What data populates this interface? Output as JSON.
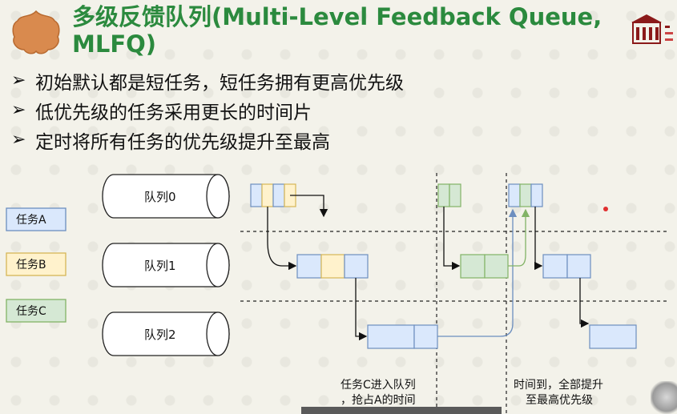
{
  "slide": {
    "title_line1": "多级反馈队列(Multi-Level Feedback Queue,",
    "title_line2": "MLFQ)",
    "bullets": [
      {
        "marker": "➢",
        "text": "初始默认都是短任务，短任务拥有更高优先级"
      },
      {
        "marker": "➢",
        "text": "低优先级的任务采用更长的时间片"
      },
      {
        "marker": "➢",
        "text": "定时将所有任务的优先级提升至最高"
      }
    ]
  },
  "diagram": {
    "queues": [
      "队列0",
      "队列1",
      "队列2"
    ],
    "legend": [
      {
        "label": "任务A",
        "fill": "#dae8fc",
        "stroke": "#6c8ebf"
      },
      {
        "label": "任务B",
        "fill": "#fff2cc",
        "stroke": "#d6b656"
      },
      {
        "label": "任务C",
        "fill": "#d5e8d4",
        "stroke": "#82b366"
      }
    ],
    "caption_c_line1": "任务C进入队列",
    "caption_c_line2": "，抢占A的时间",
    "caption_boost_line1": "时间到，全部提升",
    "caption_boost_line2": "至最高优先级"
  },
  "colors": {
    "title": "#2b8a3e",
    "arrow_blue": "#6c8ebf",
    "arrow_green": "#82b366"
  }
}
